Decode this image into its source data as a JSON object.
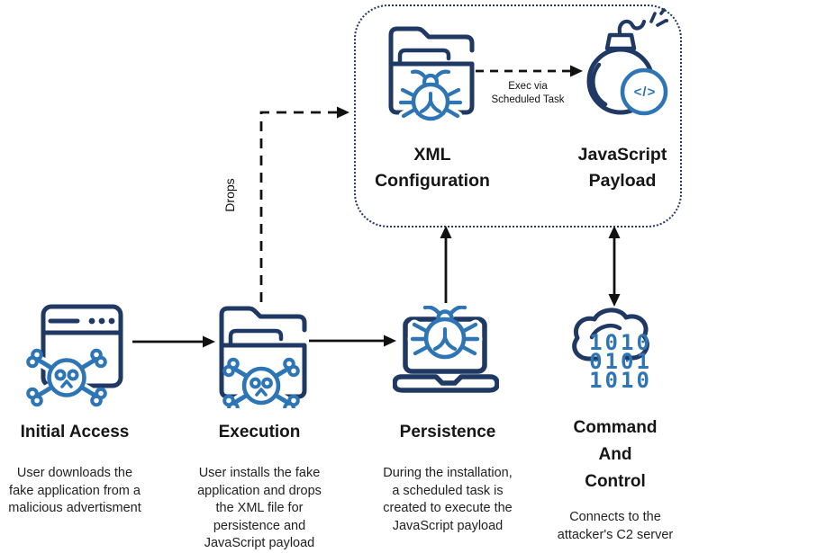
{
  "colors": {
    "navy": "#1f3864",
    "blue": "#2e75b6",
    "arrow": "#111111"
  },
  "payload_box": {
    "xml_label": "XML\nConfiguration",
    "js_label": "JavaScript\nPayload",
    "arrow_label": "Exec via\nScheduled Task",
    "code_glyph": "</>"
  },
  "connectors": {
    "drops_label": "Drops"
  },
  "cloud_binary": "1010\n0101\n1010",
  "stages": [
    {
      "title": "Initial Access",
      "description": "User downloads the\nfake application from a\nmalicious advertisment",
      "icon": "browser-skull-icon"
    },
    {
      "title": "Execution",
      "description": "User installs the fake\napplication and drops\nthe XML file for\npersistence and\nJavaScript payload",
      "icon": "folder-skull-icon"
    },
    {
      "title": "Persistence",
      "description": "During the installation,\na scheduled task is\ncreated to execute the\nJavaScript payload",
      "icon": "laptop-bug-icon"
    },
    {
      "title": "Command\nAnd\nControl",
      "description": "Connects to the\nattacker's C2 server",
      "icon": "cloud-binary-icon"
    }
  ]
}
